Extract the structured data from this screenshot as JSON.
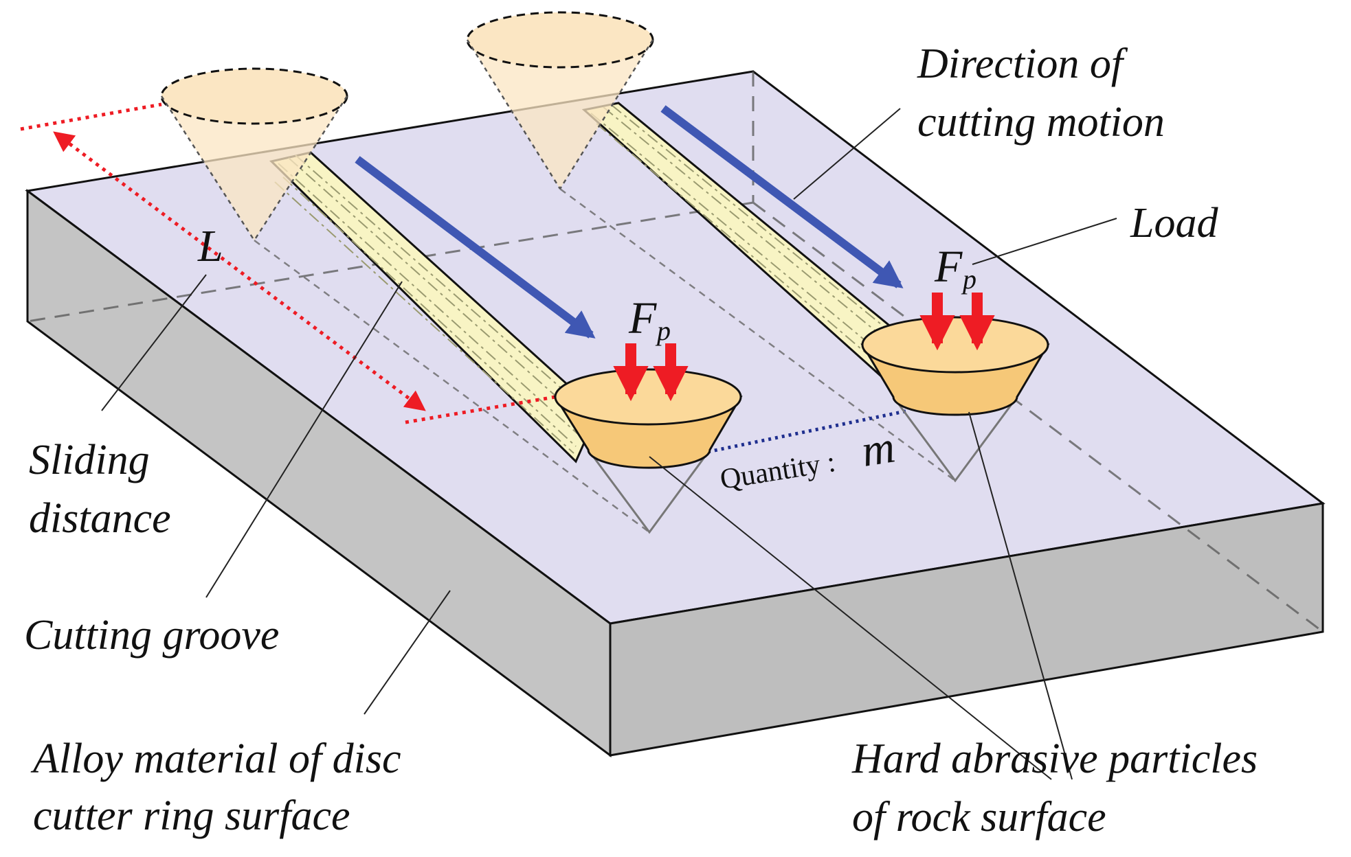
{
  "labels": {
    "direction": [
      "Direction of",
      "cutting motion"
    ],
    "load": "Load",
    "length_symbol": "L",
    "sliding": [
      "Sliding",
      "distance"
    ],
    "groove": "Cutting groove",
    "alloy": [
      "Alloy material of disc",
      "cutter ring surface"
    ],
    "particles": [
      "Hard abrasive particles",
      "of rock surface"
    ],
    "force_main": "F",
    "force_sub": "p",
    "quantity_prefix": "Quantity :",
    "quantity_symbol": "m"
  },
  "colors": {
    "top_face": "#e0ddf0",
    "side_face": "#bebebe",
    "groove_fill": "#f8f4c4",
    "particle_fill": "#f6c878",
    "ghost_cone": "#fbe6c3",
    "motion_arrow": "#3f57b3",
    "force_arrow": "#ee1c24",
    "sliding_line": "#ee1c24",
    "quantity_line": "#1f2f8f"
  },
  "icons": [
    "motion-arrow-icon",
    "force-arrow-icon",
    "dimension-arrow-icon"
  ]
}
